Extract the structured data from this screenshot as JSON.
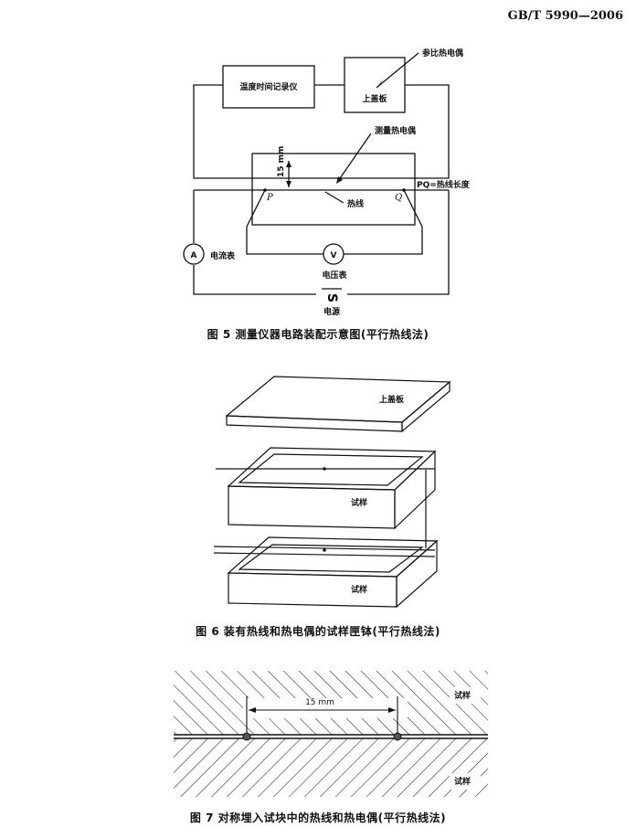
{
  "header": {
    "standard_number": "GB/T 5990—2006"
  },
  "figure5": {
    "caption": "图 5   测量仪器电路装配示意图(平行热线法)",
    "recorder": "温度时间记录仪",
    "upper_plate": "上盖板",
    "reference_thermocouple": "参比热电偶",
    "measuring_thermocouple": "测量热电偶",
    "distance": "15 mm",
    "point_p": "P",
    "point_q": "Q",
    "pq_length": "PQ=热线长度",
    "hot_wire": "热线",
    "ammeter_symbol": "A",
    "ammeter": "电流表",
    "voltmeter_symbol": "V",
    "voltmeter": "电压表",
    "power_symbol": "S",
    "power": "电源"
  },
  "figure6": {
    "caption": "图 6   装有热线和热电偶的试样匣钵(平行热线法)",
    "upper_plate": "上盖板",
    "specimen_top": "试样",
    "specimen_bottom": "试样"
  },
  "figure7": {
    "caption": "图 7   对称埋入试块中的热线和热电偶(平行热线法)",
    "distance": "15 mm",
    "specimen_top": "试样",
    "specimen_bottom": "试样"
  }
}
